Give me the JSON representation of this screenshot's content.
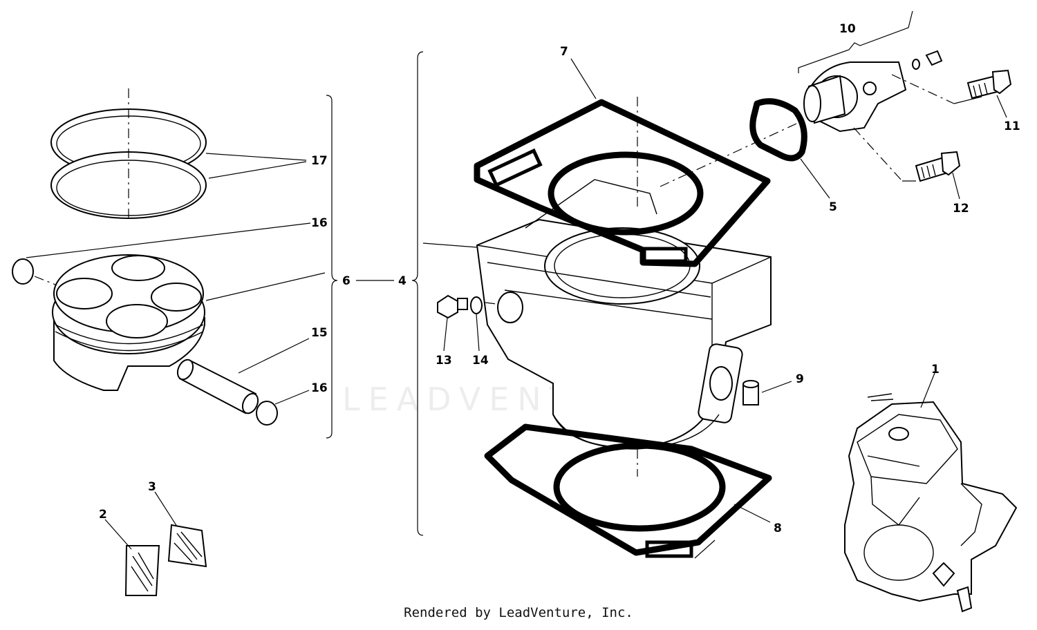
{
  "labels": {
    "p1": "1",
    "p2": "2",
    "p3": "3",
    "p4": "4",
    "p5": "5",
    "p6": "6",
    "p7": "7",
    "p8": "8",
    "p9": "9",
    "p10": "10",
    "p11": "11",
    "p12": "12",
    "p13": "13",
    "p14": "14",
    "p15": "15",
    "p16a": "16",
    "p16b": "16",
    "p17": "17"
  },
  "watermark": "LEADVENTURE",
  "footer": "Rendered by LeadVenture, Inc.",
  "colors": {
    "line": "#000000",
    "background": "#ffffff"
  }
}
